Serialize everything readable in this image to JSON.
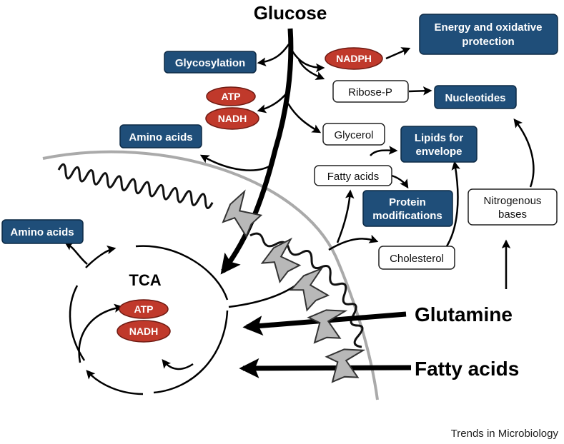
{
  "substrates": {
    "glucose": "Glucose",
    "glutamine": "Glutamine",
    "fatty_acids": "Fatty acids"
  },
  "blue_boxes": {
    "energy": [
      "Energy and oxidative",
      "protection"
    ],
    "glycosylation": "Glycosylation",
    "nucleotides": "Nucleotides",
    "amino_acids_top": "Amino acids",
    "lipids": [
      "Lipids for",
      "envelope"
    ],
    "protein_mods": [
      "Protein",
      "modifications"
    ],
    "amino_acids_left": "Amino acids"
  },
  "white_boxes": {
    "ribose": "Ribose-P",
    "glycerol": "Glycerol",
    "fatty_acids": "Fatty acids",
    "nitrogenous": [
      "Nitrogenous",
      "bases"
    ],
    "cholesterol": "Cholesterol"
  },
  "ovals": {
    "nadph": "NADPH",
    "atp_top": "ATP",
    "nadh_top": "NADH",
    "atp_tca": "ATP",
    "nadh_tca": "NADH"
  },
  "tca_label": "TCA",
  "credit": "Trends in Microbiology",
  "colors": {
    "box_blue": "#1f4e79",
    "oval_red": "#c0392b",
    "transporter_gray": "#b8b8b8",
    "membrane_gray": "#aaaaaa"
  }
}
